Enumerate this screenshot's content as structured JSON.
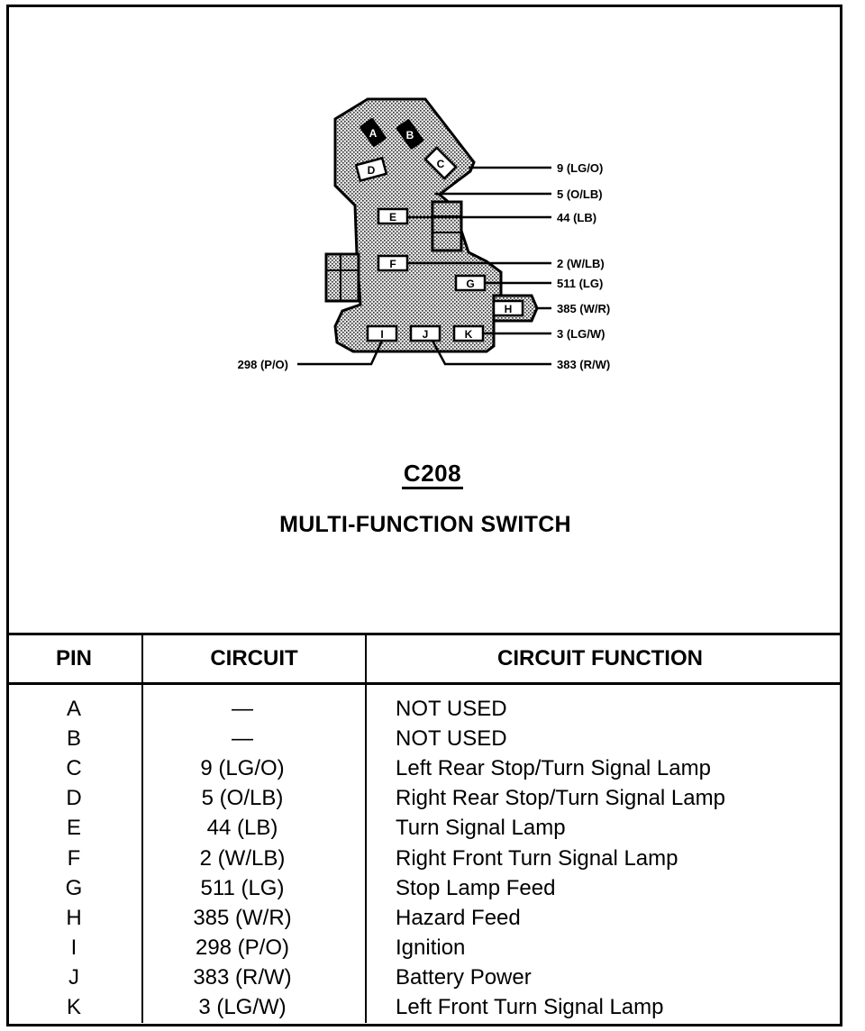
{
  "connector": {
    "id": "C208",
    "name": "MULTI-FUNCTION SWITCH",
    "pin_letters": {
      "a": "A",
      "b": "B",
      "c": "C",
      "d": "D",
      "e": "E",
      "f": "F",
      "g": "G",
      "h": "H",
      "i": "I",
      "j": "J",
      "k": "K"
    },
    "callouts": {
      "c": "9 (LG/O)",
      "d": "5 (O/LB)",
      "e": "44 (LB)",
      "f": "2 (W/LB)",
      "g": "511 (LG)",
      "h": "385 (W/R)",
      "k": "3 (LG/W)",
      "i": "298 (P/O)",
      "j": "383 (R/W)"
    }
  },
  "table": {
    "headers": {
      "pin": "PIN",
      "circuit": "CIRCUIT",
      "function": "CIRCUIT FUNCTION"
    },
    "rows": [
      {
        "pin": "A",
        "circuit": "—",
        "function": "NOT USED"
      },
      {
        "pin": "B",
        "circuit": "—",
        "function": "NOT USED"
      },
      {
        "pin": "C",
        "circuit": "9 (LG/O)",
        "function": "Left Rear Stop/Turn Signal Lamp"
      },
      {
        "pin": "D",
        "circuit": "5 (O/LB)",
        "function": "Right Rear Stop/Turn Signal Lamp"
      },
      {
        "pin": "E",
        "circuit": "44 (LB)",
        "function": "Turn Signal Lamp"
      },
      {
        "pin": "F",
        "circuit": "2 (W/LB)",
        "function": "Right Front Turn Signal Lamp"
      },
      {
        "pin": "G",
        "circuit": "511 (LG)",
        "function": "Stop Lamp Feed"
      },
      {
        "pin": "H",
        "circuit": "385 (W/R)",
        "function": "Hazard Feed"
      },
      {
        "pin": "I",
        "circuit": "298 (P/O)",
        "function": "Ignition"
      },
      {
        "pin": "J",
        "circuit": "383 (R/W)",
        "function": "Battery Power"
      },
      {
        "pin": "K",
        "circuit": "3 (LG/W)",
        "function": "Left Front Turn Signal Lamp"
      }
    ]
  }
}
